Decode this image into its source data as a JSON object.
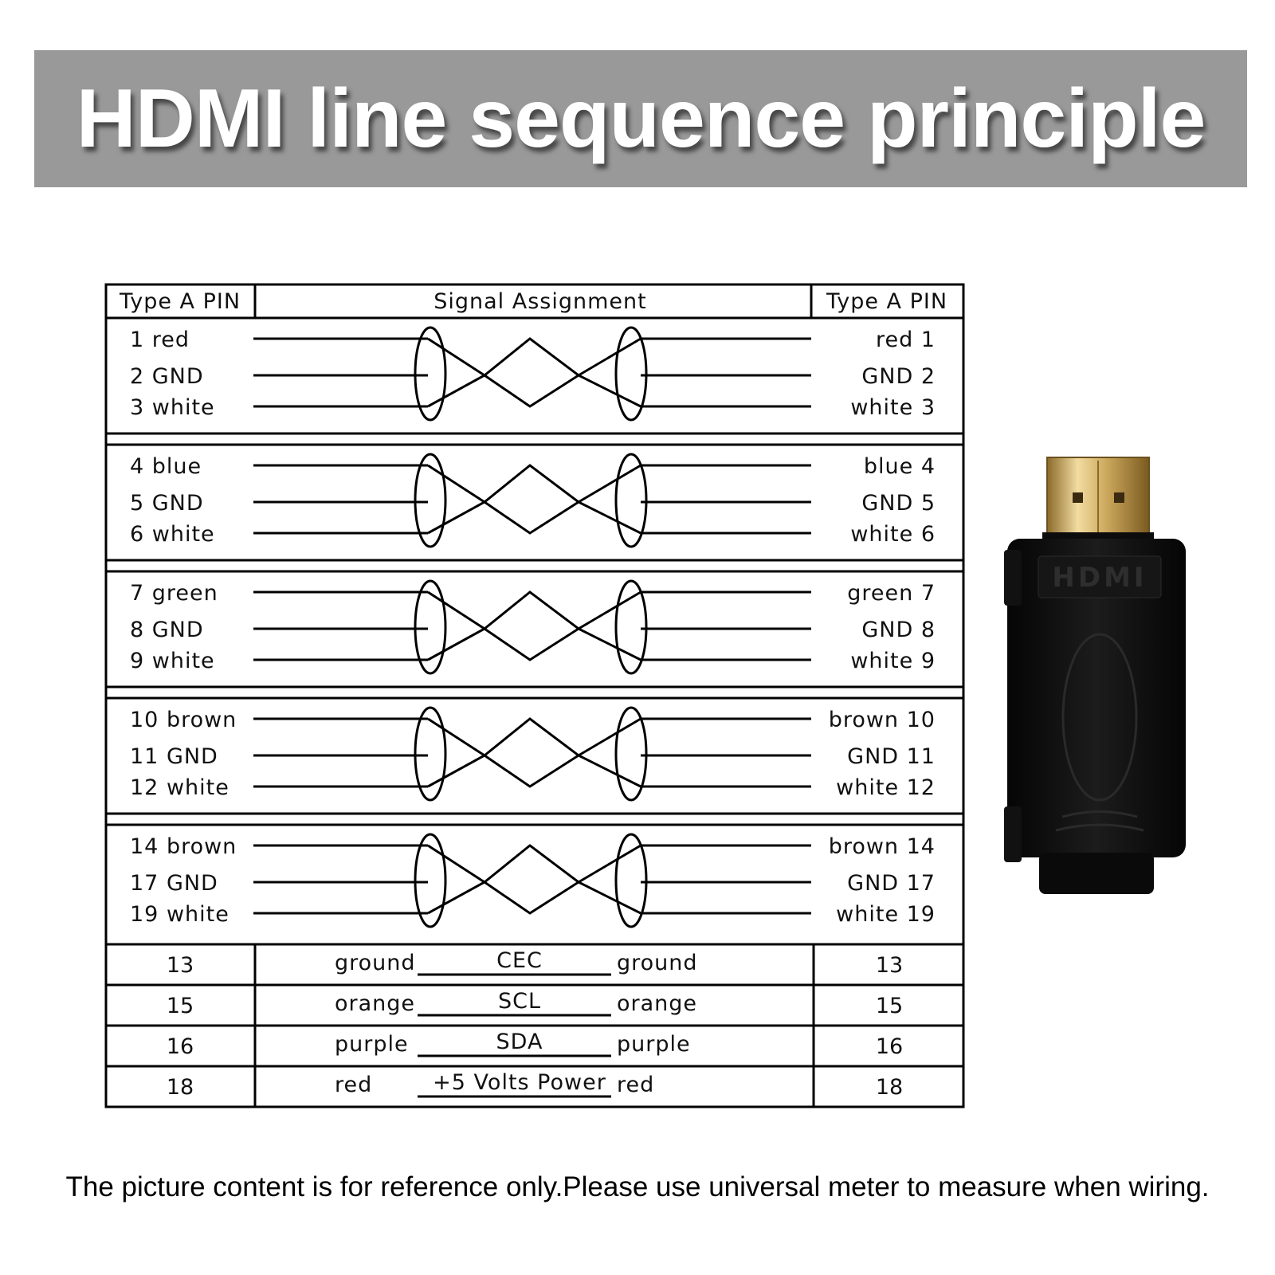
{
  "title": "HDMI line sequence principle",
  "table": {
    "headers": {
      "left": "Type A PIN",
      "middle": "Signal Assignment",
      "right": "Type A PIN"
    },
    "pair_groups": [
      {
        "left": [
          "1 red",
          "2 GND",
          "3 white"
        ],
        "right": [
          "red 1",
          "GND 2",
          "white 3"
        ]
      },
      {
        "left": [
          "4 blue",
          "5 GND",
          "6 white"
        ],
        "right": [
          "blue 4",
          "GND 5",
          "white 6"
        ]
      },
      {
        "left": [
          "7 green",
          "8 GND",
          "9 white"
        ],
        "right": [
          "green 7",
          "GND 8",
          "white 9"
        ]
      },
      {
        "left": [
          "10 brown",
          "11 GND",
          "12 white"
        ],
        "right": [
          "brown 10",
          "GND 11",
          "white 12"
        ]
      },
      {
        "left": [
          "14 brown",
          "17 GND",
          "19 white"
        ],
        "right": [
          "brown 14",
          "GND 17",
          "white 19"
        ]
      }
    ],
    "single_rows": [
      {
        "left_pin": "13",
        "left_wire": "ground",
        "signal": "CEC",
        "right_wire": "ground",
        "right_pin": "13"
      },
      {
        "left_pin": "15",
        "left_wire": "orange",
        "signal": "SCL",
        "right_wire": "orange",
        "right_pin": "15"
      },
      {
        "left_pin": "16",
        "left_wire": "purple",
        "signal": "SDA",
        "right_wire": "purple",
        "right_pin": "16"
      },
      {
        "left_pin": "18",
        "left_wire": "red",
        "signal": "+5 Volts Power",
        "right_wire": "red",
        "right_pin": "18"
      }
    ]
  },
  "connector": {
    "logo": "HDMI"
  },
  "footer": "The picture content is for reference only.Please use universal meter to measure when wiring."
}
